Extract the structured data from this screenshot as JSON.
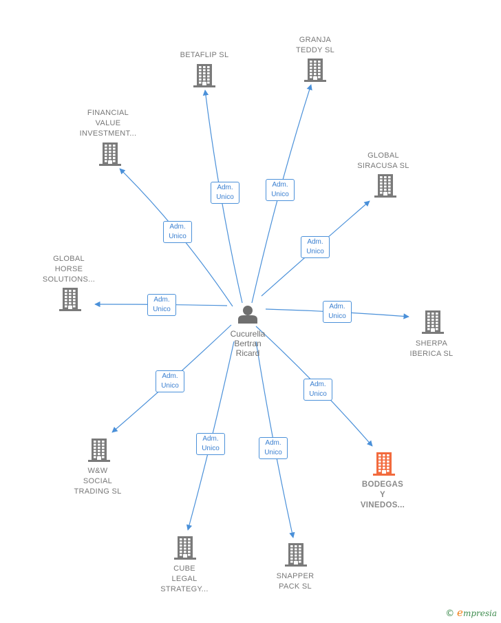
{
  "center": {
    "name_lines": [
      "Cucurella",
      "Bertran",
      "Ricard"
    ],
    "icon": "person-icon"
  },
  "companies": [
    {
      "id": "betaflip",
      "name_lines": [
        "BETAFLIP  SL"
      ],
      "icon": "building-icon",
      "highlight": false
    },
    {
      "id": "granja-teddy",
      "name_lines": [
        "GRANJA",
        "TEDDY SL"
      ],
      "icon": "building-icon",
      "highlight": false
    },
    {
      "id": "financial-value",
      "name_lines": [
        "FINANCIAL",
        "VALUE",
        "INVESTMENT..."
      ],
      "icon": "building-icon",
      "highlight": false
    },
    {
      "id": "global-siracusa",
      "name_lines": [
        "GLOBAL",
        "SIRACUSA  SL"
      ],
      "icon": "building-icon",
      "highlight": false
    },
    {
      "id": "global-horse",
      "name_lines": [
        "GLOBAL",
        "HORSE",
        "SOLUTIONS..."
      ],
      "icon": "building-icon",
      "highlight": false
    },
    {
      "id": "sherpa-iberica",
      "name_lines": [
        "SHERPA",
        "IBERICA  SL"
      ],
      "icon": "building-icon",
      "highlight": false
    },
    {
      "id": "ww-social",
      "name_lines": [
        "W&W",
        "SOCIAL",
        "TRADING  SL"
      ],
      "icon": "building-icon",
      "highlight": false
    },
    {
      "id": "bodegas",
      "name_lines": [
        "BODEGAS",
        "Y",
        "VINEDOS..."
      ],
      "icon": "building-icon",
      "highlight": true
    },
    {
      "id": "cube-legal",
      "name_lines": [
        "CUBE",
        "LEGAL",
        "STRATEGY..."
      ],
      "icon": "building-icon",
      "highlight": false
    },
    {
      "id": "snapper-pack",
      "name_lines": [
        "SNAPPER",
        "PACK  SL"
      ],
      "icon": "building-icon",
      "highlight": false
    }
  ],
  "edges": [
    {
      "to": "betaflip",
      "label_lines": [
        "Adm.",
        "Unico"
      ]
    },
    {
      "to": "granja-teddy",
      "label_lines": [
        "Adm.",
        "Unico"
      ]
    },
    {
      "to": "financial-value",
      "label_lines": [
        "Adm.",
        "Unico"
      ]
    },
    {
      "to": "global-siracusa",
      "label_lines": [
        "Adm.",
        "Unico"
      ]
    },
    {
      "to": "global-horse",
      "label_lines": [
        "Adm.",
        "Unico"
      ]
    },
    {
      "to": "sherpa-iberica",
      "label_lines": [
        "Adm.",
        "Unico"
      ]
    },
    {
      "to": "ww-social",
      "label_lines": [
        "Adm.",
        "Unico"
      ]
    },
    {
      "to": "bodegas",
      "label_lines": [
        "Adm.",
        "Unico"
      ]
    },
    {
      "to": "cube-legal",
      "label_lines": [
        "Adm.",
        "Unico"
      ]
    },
    {
      "to": "snapper-pack",
      "label_lines": [
        "Adm.",
        "Unico"
      ]
    }
  ],
  "colors": {
    "edge": "#4a90d9",
    "building": "#7a7a7a",
    "building_highlight": "#f26a3d",
    "person": "#6f6f6f"
  },
  "brand": {
    "copyright": "©",
    "initial": "e",
    "rest": "mpresia"
  }
}
